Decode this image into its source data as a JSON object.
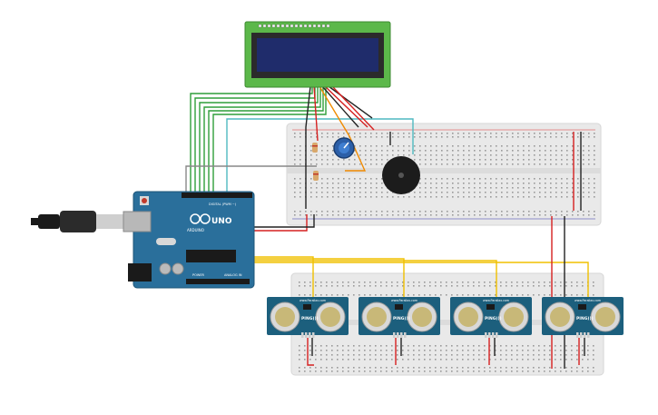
{
  "board": {
    "brand": "ARDUINO",
    "model": "UNO",
    "digital_label": "DIGITAL (PWM ~)",
    "power_label": "POWER",
    "analog_label": "ANALOG IN"
  },
  "sensors": [
    {
      "model": "PING)))",
      "brand": "www.Parallax.com"
    },
    {
      "model": "PING)))",
      "brand": "www.Parallax.com"
    },
    {
      "model": "PING)))",
      "brand": "www.Parallax.com"
    },
    {
      "model": "PING)))",
      "brand": "www.Parallax.com"
    }
  ],
  "colors": {
    "arduino": "#2a6f9b",
    "lcd_pcb": "#5cb84a",
    "lcd_screen": "#1f2c6b",
    "breadboard": "#e8e8e8",
    "sensor_pcb": "#1c5f7d",
    "wire_green": "#2f9e3a",
    "wire_red": "#d62020",
    "wire_black": "#222222",
    "wire_yellow": "#f0c000",
    "wire_orange": "#f08a00",
    "wire_teal": "#4fb9c0",
    "wire_gray": "#888888"
  }
}
